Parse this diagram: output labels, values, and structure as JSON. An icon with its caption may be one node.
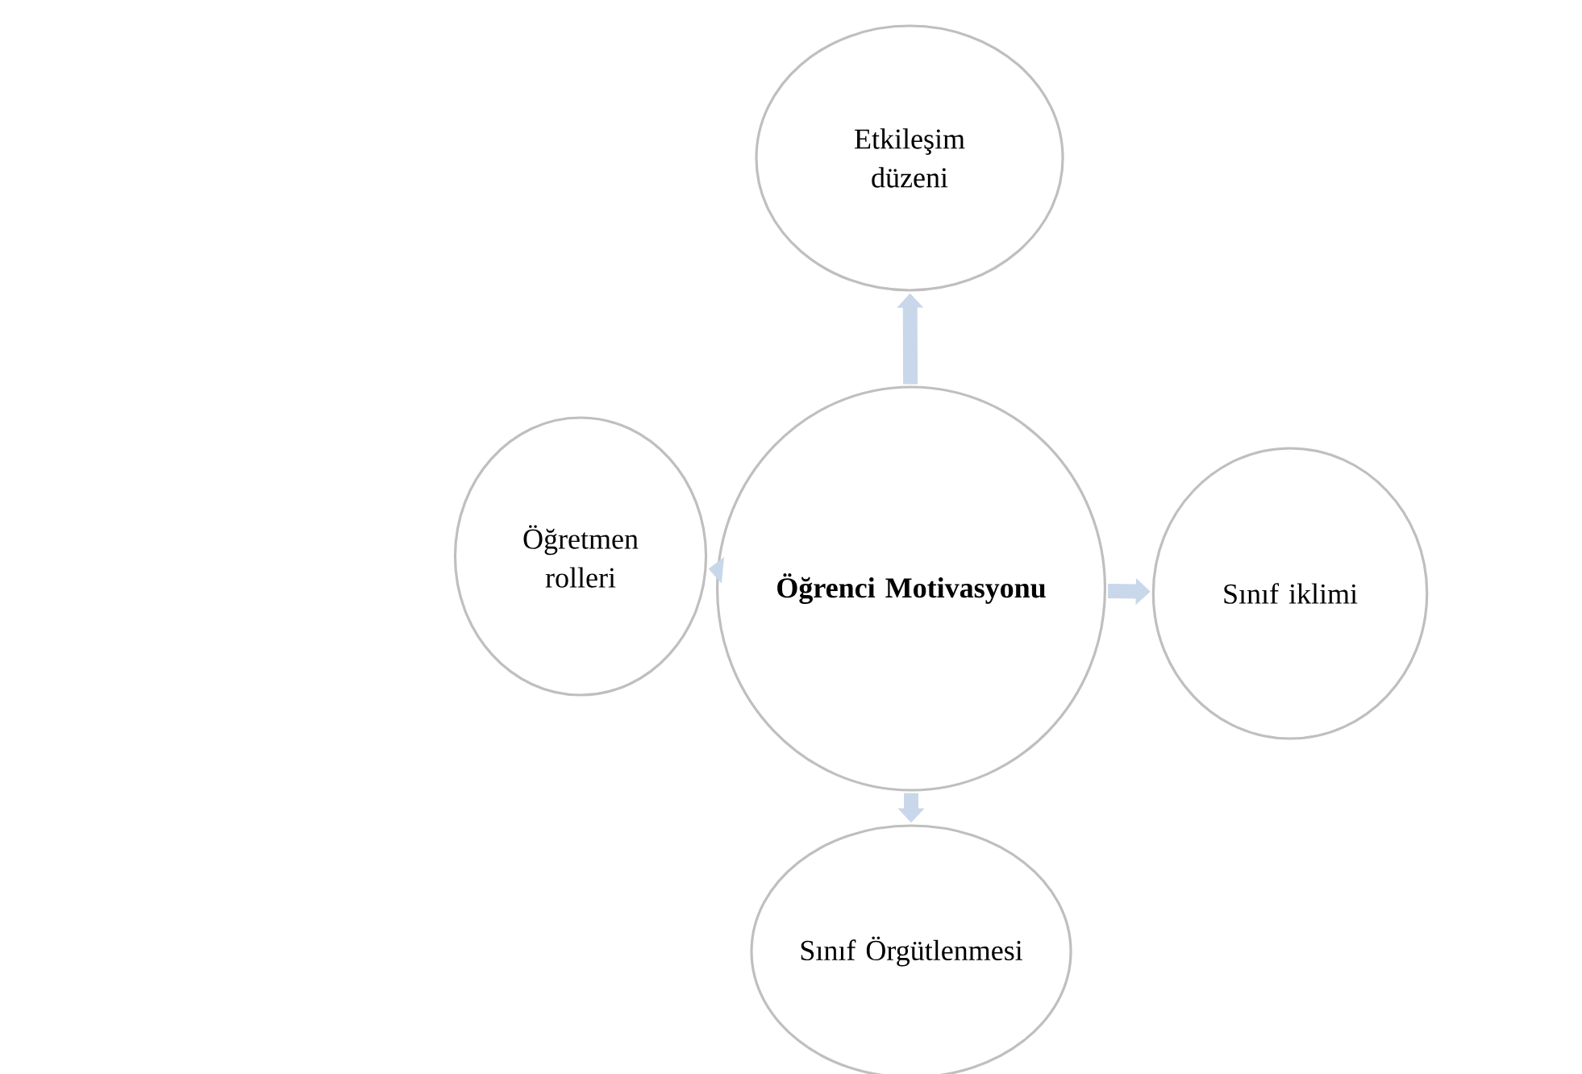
{
  "diagram": {
    "nodes": [
      {
        "text": [
          "Etkileşim düzeni"
        ]
      },
      {
        "text": [
          "Öğretmen rolleri"
        ]
      },
      {
        "text": [
          "Öğrenci Motivasyonu"
        ]
      },
      {
        "text": [
          "Sınıf iklimi"
        ]
      },
      {
        "text": [
          "Sınıf Örgütlenmesi"
        ]
      }
    ],
    "edges": [
      {
        "from": 2,
        "to": 0,
        "arrow": "to"
      },
      {
        "from": 2,
        "to": 1,
        "arrow": "to"
      },
      {
        "from": 2,
        "to": 3,
        "arrow": "to"
      },
      {
        "from": 2,
        "to": 4,
        "arrow": "to"
      }
    ]
  }
}
